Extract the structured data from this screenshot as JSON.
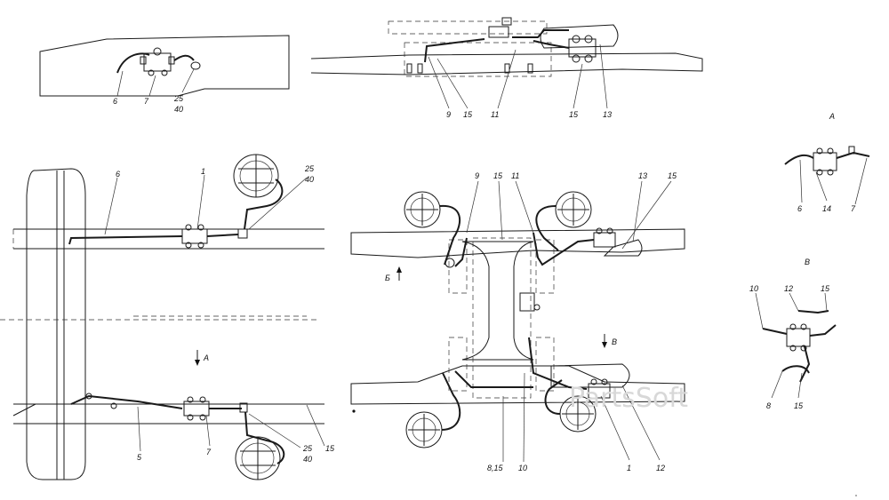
{
  "callouts": {
    "tl_6": "6",
    "tl_7": "7",
    "tl_25": "25",
    "tl_40": "40",
    "tc_9": "9",
    "tc_15a": "15",
    "tc_11": "11",
    "tc_15b": "15",
    "tc_13": "13",
    "lm_6": "6",
    "lm_1": "1",
    "lm_25": "25",
    "lm_40": "40",
    "lb_5": "5",
    "lb_7": "7",
    "lb_25": "25",
    "lb_40": "40",
    "lb_15": "15",
    "cm_9": "9",
    "cm_15": "15",
    "cm_11": "11",
    "cm_13": "13",
    "cm_15b": "15",
    "cb_815": "8,15",
    "cb_10": "10",
    "cb_1": "1",
    "cb_12": "12",
    "ra_6": "6",
    "ra_14": "14",
    "ra_7": "7",
    "rb_10": "10",
    "rb_12": "12",
    "rb_15": "15",
    "rb_8": "8",
    "rb_15b": "15"
  },
  "view_labels": {
    "view_a_title": "А",
    "view_v_title": "В",
    "arrow_a": "А",
    "arrow_b": "Б",
    "arrow_v": "В"
  },
  "watermark": "PartsSoft",
  "colors": {
    "line": "#1a1a1a",
    "background": "#ffffff"
  }
}
